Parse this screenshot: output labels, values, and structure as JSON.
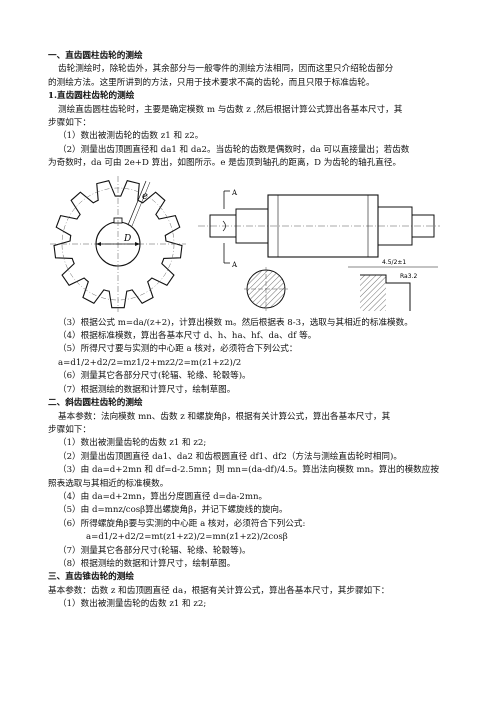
{
  "section1": {
    "title": "一、直齿圆柱齿轮的测绘",
    "intro": [
      "齿轮测绘时，除轮齿外，其余部分与一般零件的测绘方法相同，因而这里只介绍轮齿部分",
      "的测绘方法。这里所讲到的方法，只用于技术要求不高的齿轮，而且只限于标准齿轮。"
    ],
    "subtitle": "1.直齿圆柱齿轮的测绘",
    "para": [
      "测绘直齿圆柱齿轮时，主要是确定模数 m 与齿数 z ,然后根据计算公式算出各基本尺寸，其",
      "步骤如下："
    ],
    "steps_a": [
      "（1）数出被测齿轮的齿数 z1 和 z2。",
      "（2）测量出齿顶圆直径和 da1 和 da2。当齿轮的齿数是偶数时，da 可以直接量出；若齿数",
      "为奇数时，da 可由 2e+D 算出，如图所示。e 是齿顶到轴孔的距离，D 为齿轮的轴孔直径。"
    ],
    "figure": {
      "gear_label_e": "e",
      "gear_label_d": "D",
      "shaft_label_top": "A",
      "shaft_label_bot": "A",
      "dim_label": "4.5/2±1",
      "roughness_label": "Ra3.2"
    },
    "steps_b": [
      "（3）根据公式 m=da/(z+2)，计算出模数 m。然后根据表 8-3，选取与其相近的标准模数。",
      "（4）根据标准模数，算出各基本尺寸 d、h、ha、hf、da、df 等。",
      "（5）所得尺寸要与实测的中心距 a 核对，必须符合下列公式：",
      "a=d1/2+d2/2=mz1/2+mz2/2=m(z1+z2)/2",
      "（6）测量其它各部分尺寸(轮辐、轮缘、轮毂等)。",
      "（7）根据测绘的数据和计算尺寸，绘制草图。"
    ]
  },
  "section2": {
    "title": "二、斜齿圆柱齿轮的测绘",
    "para": [
      "基本参数：法向模数 mn、齿数 z 和螺旋角β，根据有关计算公式，算出各基本尺寸，其",
      "步骤如下："
    ],
    "steps": [
      "（1）数出被测量齿轮的齿数 z1 和 z2;",
      "（2）测量出齿顶圆直径 da1、da2 和齿根圆直径 df1、df2（方法与测绘直齿轮时相同)。",
      "（3）由 da=d+2mn 和 df=d-2.5mn；则 mn=(da-df)/4.5。算出法向模数 mn。算出的模数应按",
      "照表选取与其相近的标准模数。",
      "（4）由 da=d+2mn，算出分度圆直径 d=da-2mn。",
      "（5）由 d=mnz/cosβ算出螺旋角β，并记下螺旋线的旋向。",
      "（6）所得螺旋角β要与实测的中心距 a 核对，必须符合下列公式:",
      "a=d1/2+d2/2=mt(z1+z2)/2=mn(z1+z2)/2cosβ",
      "（7）测量其它各部分尺寸(轮辐、轮缘、轮毂等)。",
      "（8）根据测绘的数据和计算尺寸，绘制草图。"
    ]
  },
  "section3": {
    "title": "三、直齿锥齿轮的测绘",
    "para": [
      "基本参数：齿数 z 和齿顶圆直径 da，根据有关计算公式，算出各基本尺寸，其步骤如下："
    ],
    "steps": [
      "（1）数出被测量齿轮的齿数 z1 和 z2;"
    ]
  }
}
